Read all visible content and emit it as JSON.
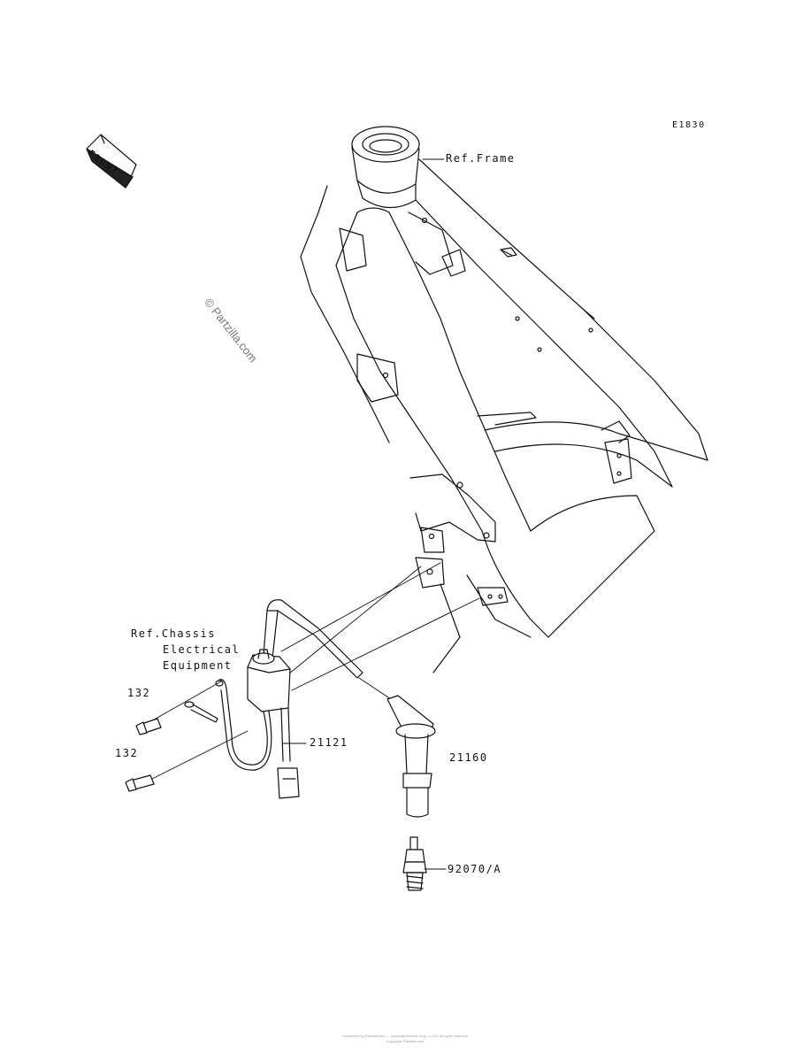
{
  "diagram_code": "E1830",
  "watermark": "© Partzilla.com",
  "front_label": "FRONT",
  "labels": {
    "ref_frame": "Ref.Frame",
    "ref_chassis_line1": "Ref.Chassis",
    "ref_chassis_line2": "Electrical",
    "ref_chassis_line3": "Equipment",
    "bolt_upper": "132",
    "bolt_lower": "132",
    "ignition_coil": "21121",
    "plug_cap": "21160",
    "spark_plug": "92070/A"
  },
  "footer": {
    "line1": "Generated by Partzilla.com — Kawasaki Motors Corp. U.S.A. All rights reserved",
    "line2": "Copyright: Partzilla.com"
  }
}
